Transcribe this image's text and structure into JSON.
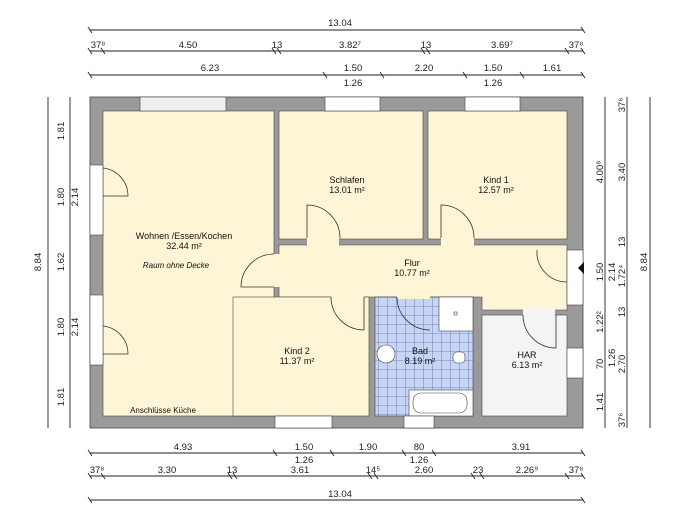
{
  "dimensions": {
    "top": {
      "total": "13.04",
      "row1": [
        "37⁸",
        "4.50",
        "13",
        "3.82⁷",
        "13",
        "3.69⁷",
        "37⁸"
      ],
      "row2": [
        "6.23",
        "1.50",
        "2.20",
        "1.50",
        "1.61"
      ],
      "row2_sub": [
        "1.26",
        "1.26"
      ]
    },
    "bottom": {
      "row1": [
        "4.93",
        "1.50",
        "1.90",
        "80",
        "3.91"
      ],
      "row1_sub": [
        "1.26",
        "1.26"
      ],
      "row2": [
        "37⁸",
        "3.30",
        "13",
        "3.61",
        "14⁵",
        "2.60",
        "23",
        "2.26⁹",
        "37⁸"
      ],
      "total": "13.04"
    },
    "left": {
      "total": "8.84",
      "segments": [
        "1.81",
        "1.80",
        "1.62",
        "1.80",
        "1.81"
      ],
      "openings": [
        "2.14",
        "2.14"
      ]
    },
    "right": {
      "row1": [
        "4.00⁸",
        "1.50",
        "1.22²",
        "70",
        "1.41"
      ],
      "row1_sub": [
        "2.14",
        "1.26"
      ],
      "row2": [
        "37⁶",
        "3.40",
        "13",
        "1.72⁴",
        "13",
        "2.70",
        "37⁶"
      ],
      "total": "8.84"
    }
  },
  "rooms": [
    {
      "name": "Wohnen /Essen/Kochen",
      "area": "32.44 m²",
      "note": "Raum ohne Decke"
    },
    {
      "name": "Schlafen",
      "area": "13.01 m²"
    },
    {
      "name": "Kind 1",
      "area": "12.57 m²"
    },
    {
      "name": "Flur",
      "area": "10.77 m²"
    },
    {
      "name": "Kind 2",
      "area": "11.37 m²"
    },
    {
      "name": "Bad",
      "area": "8.19 m²"
    },
    {
      "name": "HAR",
      "area": "6.13 m²"
    }
  ],
  "annotations": {
    "kitchen": "Anschlüsse Küche"
  },
  "colors": {
    "wall": "#9a9a9a",
    "room": "#fdf5d6",
    "tile": "#c6d4f5",
    "har": "#f4f4f4"
  }
}
